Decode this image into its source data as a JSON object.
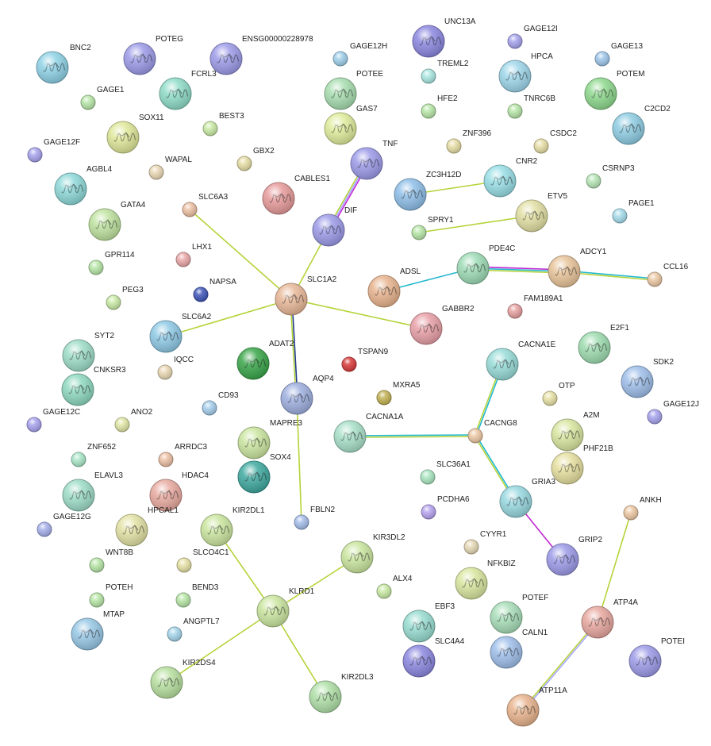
{
  "colors": {
    "neighborhood": "#9acd32",
    "coexpression": "#1e3a8a",
    "experiments": "#c026d3",
    "databases": "#22b8cf",
    "textmining": "#b5d33a",
    "homology": "#a5a5ff"
  },
  "nodes": [
    {
      "id": "BNC2",
      "label": "BNC2",
      "color": "#8fd2e6",
      "big": true,
      "icon": "protein-structure-icon"
    },
    {
      "id": "POTEG",
      "label": "POTEG",
      "color": "#9d9be8",
      "big": true,
      "icon": "protein-structure-icon"
    },
    {
      "id": "ENSG00000228978",
      "label": "ENSG00000228978",
      "color": "#9d9be8",
      "big": true,
      "icon": "protein-structure-icon"
    },
    {
      "id": "GAGE12H",
      "label": "GAGE12H",
      "color": "#9fd0ea",
      "big": false
    },
    {
      "id": "UNC13A",
      "label": "UNC13A",
      "color": "#8d88e0",
      "big": true,
      "icon": "protein-structure-icon"
    },
    {
      "id": "GAGE12I",
      "label": "GAGE12I",
      "color": "#a7a3ee",
      "big": false
    },
    {
      "id": "GAGE13",
      "label": "GAGE13",
      "color": "#9fc6ea",
      "big": false
    },
    {
      "id": "TREML2",
      "label": "TREML2",
      "color": "#a9e6e0",
      "big": false
    },
    {
      "id": "HPCA",
      "label": "HPCA",
      "color": "#9ed6ea",
      "big": true,
      "icon": "protein-structure-icon"
    },
    {
      "id": "POTEM",
      "label": "POTEM",
      "color": "#8fd98f",
      "big": true,
      "icon": "protein-structure-icon"
    },
    {
      "id": "GAGE1",
      "label": "GAGE1",
      "color": "#b7e6a7",
      "big": false
    },
    {
      "id": "FCRL3",
      "label": "FCRL3",
      "color": "#8fdcc8",
      "big": true,
      "icon": "protein-structure-icon"
    },
    {
      "id": "POTEE",
      "label": "POTEE",
      "color": "#a8deb0",
      "big": true,
      "icon": "protein-structure-icon"
    },
    {
      "id": "HFE2",
      "label": "HFE2",
      "color": "#b7e6a7",
      "big": false
    },
    {
      "id": "TNRC6B",
      "label": "TNRC6B",
      "color": "#b7e6a7",
      "big": false
    },
    {
      "id": "C2CD2",
      "label": "C2CD2",
      "color": "#8fcde3",
      "big": true,
      "icon": "protein-structure-icon"
    },
    {
      "id": "BEST3",
      "label": "BEST3",
      "color": "#c9eaa5",
      "big": false
    },
    {
      "id": "GAS7",
      "label": "GAS7",
      "color": "#e0ec9c",
      "big": true,
      "icon": "protein-structure-icon"
    },
    {
      "id": "SOX11",
      "label": "SOX11",
      "color": "#dfe89a",
      "big": true,
      "icon": "protein-structure-icon"
    },
    {
      "id": "GAGE12F",
      "label": "GAGE12F",
      "color": "#a7a3ee",
      "big": false
    },
    {
      "id": "TNF",
      "label": "TNF",
      "color": "#9d9be8",
      "big": true,
      "icon": "protein-structure-icon"
    },
    {
      "id": "ZNF396",
      "label": "ZNF396",
      "color": "#e6dda5",
      "big": false
    },
    {
      "id": "CSDC2",
      "label": "CSDC2",
      "color": "#e6dda5",
      "big": false
    },
    {
      "id": "GBX2",
      "label": "GBX2",
      "color": "#e6dda5",
      "big": false
    },
    {
      "id": "WAPAL",
      "label": "WAPAL",
      "color": "#ead8b5",
      "big": false
    },
    {
      "id": "AGBL4",
      "label": "AGBL4",
      "color": "#8fd9d9",
      "big": true,
      "icon": "protein-structure-icon"
    },
    {
      "id": "ZC3H12D",
      "label": "ZC3H12D",
      "color": "#8fbfe8",
      "big": true,
      "icon": "protein-structure-icon"
    },
    {
      "id": "CNR2",
      "label": "CNR2",
      "color": "#98dfe6",
      "big": true,
      "icon": "protein-structure-icon"
    },
    {
      "id": "CSRNP3",
      "label": "CSRNP3",
      "color": "#b7e6b7",
      "big": false
    },
    {
      "id": "CABLES1",
      "label": "CABLES1",
      "color": "#e79b9b",
      "big": true,
      "icon": "protein-structure-icon"
    },
    {
      "id": "SLC6A3",
      "label": "SLC6A3",
      "color": "#ecc0a4",
      "big": false
    },
    {
      "id": "GATA4",
      "label": "GATA4",
      "color": "#bfe3a0",
      "big": true,
      "icon": "protein-structure-icon"
    },
    {
      "id": "DIF",
      "label": "DIF",
      "color": "#9d9be8",
      "big": true,
      "icon": "protein-structure-icon"
    },
    {
      "id": "ETV5",
      "label": "ETV5",
      "color": "#e2e0a4",
      "big": true,
      "icon": "protein-structure-icon"
    },
    {
      "id": "PAGE1",
      "label": "PAGE1",
      "color": "#a5dcea",
      "big": false
    },
    {
      "id": "SPRY1",
      "label": "SPRY1",
      "color": "#b7e6a7",
      "big": false
    },
    {
      "id": "LHX1",
      "label": "LHX1",
      "color": "#eaa8a8",
      "big": false
    },
    {
      "id": "GPR114",
      "label": "GPR114",
      "color": "#b7e6a7",
      "big": false
    },
    {
      "id": "PDE4C",
      "label": "PDE4C",
      "color": "#9edcb6",
      "big": true,
      "icon": "protein-structure-icon"
    },
    {
      "id": "ADCY1",
      "label": "ADCY1",
      "color": "#e8c49a",
      "big": true,
      "icon": "protein-structure-icon"
    },
    {
      "id": "CCL16",
      "label": "CCL16",
      "color": "#ecc8a4",
      "big": false
    },
    {
      "id": "ADSL",
      "label": "ADSL",
      "color": "#e8b48e",
      "big": true,
      "icon": "protein-structure-icon"
    },
    {
      "id": "NAPSA",
      "label": "NAPSA",
      "color": "#3f55b8",
      "big": false
    },
    {
      "id": "SLC1A2",
      "label": "SLC1A2",
      "color": "#e8b898",
      "big": true,
      "icon": "protein-structure-icon"
    },
    {
      "id": "PEG3",
      "label": "PEG3",
      "color": "#c9eaa5",
      "big": false
    },
    {
      "id": "FAM189A1",
      "label": "FAM189A1",
      "color": "#e6a0a0",
      "big": false
    },
    {
      "id": "SLC6A2",
      "label": "SLC6A2",
      "color": "#8fcae6",
      "big": true,
      "icon": "protein-structure-icon"
    },
    {
      "id": "GABBR2",
      "label": "GABBR2",
      "color": "#e8a0a8",
      "big": true,
      "icon": "protein-structure-icon"
    },
    {
      "id": "E2F1",
      "label": "E2F1",
      "color": "#9edcb0",
      "big": true,
      "icon": "protein-structure-icon"
    },
    {
      "id": "SYT2",
      "label": "SYT2",
      "color": "#9edcc8",
      "big": true,
      "icon": "protein-structure-icon"
    },
    {
      "id": "ADAT2",
      "label": "ADAT2",
      "color": "#3aa64a",
      "big": true,
      "icon": "protein-structure-icon"
    },
    {
      "id": "TSPAN9",
      "label": "TSPAN9",
      "color": "#d83a3a",
      "big": false
    },
    {
      "id": "CACNA1E",
      "label": "CACNA1E",
      "color": "#98dcd8",
      "big": true,
      "icon": "protein-structure-icon"
    },
    {
      "id": "IQCC",
      "label": "IQCC",
      "color": "#ead8b5",
      "big": false
    },
    {
      "id": "SDK2",
      "label": "SDK2",
      "color": "#9fbfea",
      "big": true,
      "icon": "protein-structure-icon"
    },
    {
      "id": "CNKSR3",
      "label": "CNKSR3",
      "color": "#8fd9c0",
      "big": true,
      "icon": "protein-structure-icon"
    },
    {
      "id": "AQP4",
      "label": "AQP4",
      "color": "#9fb0e0",
      "big": true,
      "icon": "protein-structure-icon"
    },
    {
      "id": "MXRA5",
      "label": "MXRA5",
      "color": "#c2b254",
      "big": false
    },
    {
      "id": "OTP",
      "label": "OTP",
      "color": "#e6e0a5",
      "big": false
    },
    {
      "id": "CD93",
      "label": "CD93",
      "color": "#a5cdea",
      "big": false
    },
    {
      "id": "GAGE12J",
      "label": "GAGE12J",
      "color": "#a7a3ee",
      "big": false
    },
    {
      "id": "GAGE12C",
      "label": "GAGE12C",
      "color": "#a7a3ee",
      "big": false
    },
    {
      "id": "ANO2",
      "label": "ANO2",
      "color": "#e0e6a5",
      "big": false
    },
    {
      "id": "MAPRE3",
      "label": "MAPRE3",
      "color": "#cbe6a0",
      "big": true,
      "icon": "protein-structure-icon"
    },
    {
      "id": "CACNA1A",
      "label": "CACNA1A",
      "color": "#a8e0c8",
      "big": true,
      "icon": "protein-structure-icon"
    },
    {
      "id": "CACNG8",
      "label": "CACNG8",
      "color": "#ecc8a4",
      "big": false
    },
    {
      "id": "A2M",
      "label": "A2M",
      "color": "#d9e6a0",
      "big": true,
      "icon": "protein-structure-icon"
    },
    {
      "id": "ZNF652",
      "label": "ZNF652",
      "color": "#a9e6c8",
      "big": false
    },
    {
      "id": "ARRDC3",
      "label": "ARRDC3",
      "color": "#ecc0a4",
      "big": false
    },
    {
      "id": "SOX4",
      "label": "SOX4",
      "color": "#3fa9a0",
      "big": true,
      "icon": "protein-structure-icon"
    },
    {
      "id": "PHF21B",
      "label": "PHF21B",
      "color": "#e6e0a0",
      "big": true,
      "icon": "protein-structure-icon"
    },
    {
      "id": "ELAVL3",
      "label": "ELAVL3",
      "color": "#9edcc8",
      "big": true,
      "icon": "protein-structure-icon"
    },
    {
      "id": "HDAC4",
      "label": "HDAC4",
      "color": "#e8aaa0",
      "big": true,
      "icon": "protein-structure-icon"
    },
    {
      "id": "SLC36A1",
      "label": "SLC36A1",
      "color": "#a9e6c0",
      "big": false
    },
    {
      "id": "PCDHA6",
      "label": "PCDHA6",
      "color": "#b7a3ee",
      "big": false
    },
    {
      "id": "GRIA3",
      "label": "GRIA3",
      "color": "#98d8e0",
      "big": true,
      "icon": "protein-structure-icon"
    },
    {
      "id": "HPCAL1",
      "label": "HPCAL1",
      "color": "#e2e2a5",
      "big": true,
      "icon": "protein-structure-icon"
    },
    {
      "id": "KIR2DL1",
      "label": "KIR2DL1",
      "color": "#cbe6a0",
      "big": true,
      "icon": "protein-structure-icon"
    },
    {
      "id": "FBLN2",
      "label": "FBLN2",
      "color": "#a5bdea",
      "big": false
    },
    {
      "id": "ANKH",
      "label": "ANKH",
      "color": "#ecc8a4",
      "big": false
    },
    {
      "id": "GAGE12G",
      "label": "GAGE12G",
      "color": "#a5b0ea",
      "big": false
    },
    {
      "id": "KIR3DL2",
      "label": "KIR3DL2",
      "color": "#cbe6a0",
      "big": true,
      "icon": "protein-structure-icon"
    },
    {
      "id": "CYYR1",
      "label": "CYYR1",
      "color": "#e6d8b5",
      "big": false
    },
    {
      "id": "WNT8B",
      "label": "WNT8B",
      "color": "#b7e6a7",
      "big": false
    },
    {
      "id": "SLCO4C1",
      "label": "SLCO4C1",
      "color": "#e6e0a5",
      "big": false
    },
    {
      "id": "GRIP2",
      "label": "GRIP2",
      "color": "#9d9be8",
      "big": true,
      "icon": "protein-structure-icon"
    },
    {
      "id": "NFKBIZ",
      "label": "NFKBIZ",
      "color": "#d9e6a0",
      "big": true,
      "icon": "protein-structure-icon"
    },
    {
      "id": "ALX4",
      "label": "ALX4",
      "color": "#c9eaa5",
      "big": false
    },
    {
      "id": "POTEH",
      "label": "POTEH",
      "color": "#b7e6a7",
      "big": false
    },
    {
      "id": "BEND3",
      "label": "BEND3",
      "color": "#b7e6a7",
      "big": false
    },
    {
      "id": "KLRD1",
      "label": "KLRD1",
      "color": "#cbe6a0",
      "big": true,
      "icon": "protein-structure-icon"
    },
    {
      "id": "MTAP",
      "label": "MTAP",
      "color": "#98c8e6",
      "big": true,
      "icon": "protein-structure-icon"
    },
    {
      "id": "ANGPTL7",
      "label": "ANGPTL7",
      "color": "#a5d4ea",
      "big": false
    },
    {
      "id": "EBF3",
      "label": "EBF3",
      "color": "#98dcd0",
      "big": true,
      "icon": "protein-structure-icon"
    },
    {
      "id": "POTEF",
      "label": "POTEF",
      "color": "#a8deb8",
      "big": true,
      "icon": "protein-structure-icon"
    },
    {
      "id": "ATP4A",
      "label": "ATP4A",
      "color": "#e8a8a0",
      "big": true,
      "icon": "protein-structure-icon"
    },
    {
      "id": "CALN1",
      "label": "CALN1",
      "color": "#9fbfea",
      "big": true,
      "icon": "protein-structure-icon"
    },
    {
      "id": "SLC4A4",
      "label": "SLC4A4",
      "color": "#8d88e0",
      "big": true,
      "icon": "protein-structure-icon"
    },
    {
      "id": "POTEI",
      "label": "POTEI",
      "color": "#9d9be8",
      "big": true,
      "icon": "protein-structure-icon"
    },
    {
      "id": "KIR2DS4",
      "label": "KIR2DS4",
      "color": "#b8e0a0",
      "big": true,
      "icon": "protein-structure-icon"
    },
    {
      "id": "KIR2DL3",
      "label": "KIR2DL3",
      "color": "#b0e0a8",
      "big": true,
      "icon": "protein-structure-icon"
    },
    {
      "id": "ATP11A",
      "label": "ATP11A",
      "color": "#e8b48e",
      "big": true,
      "icon": "protein-structure-icon"
    }
  ],
  "edges": [
    {
      "source": "TNF",
      "target": "DIF",
      "types": [
        "experiments",
        "homology",
        "textmining"
      ]
    },
    {
      "source": "DIF",
      "target": "SLC1A2",
      "types": [
        "textmining"
      ]
    },
    {
      "source": "SLC6A3",
      "target": "SLC1A2",
      "types": [
        "textmining"
      ]
    },
    {
      "source": "SLC6A2",
      "target": "SLC1A2",
      "types": [
        "textmining"
      ]
    },
    {
      "source": "SLC1A2",
      "target": "GABBR2",
      "types": [
        "textmining"
      ]
    },
    {
      "source": "SLC1A2",
      "target": "AQP4",
      "types": [
        "coexpression",
        "textmining"
      ]
    },
    {
      "source": "AQP4",
      "target": "FBLN2",
      "types": [
        "textmining"
      ]
    },
    {
      "source": "ZC3H12D",
      "target": "CNR2",
      "types": [
        "textmining"
      ]
    },
    {
      "source": "SPRY1",
      "target": "ETV5",
      "types": [
        "textmining"
      ]
    },
    {
      "source": "ADSL",
      "target": "PDE4C",
      "types": [
        "databases"
      ]
    },
    {
      "source": "PDE4C",
      "target": "ADCY1",
      "types": [
        "experiments",
        "databases",
        "textmining"
      ]
    },
    {
      "source": "ADCY1",
      "target": "CCL16",
      "types": [
        "databases",
        "textmining"
      ]
    },
    {
      "source": "CACNA1E",
      "target": "CACNG8",
      "types": [
        "databases",
        "textmining"
      ]
    },
    {
      "source": "CACNA1A",
      "target": "CACNG8",
      "types": [
        "databases",
        "textmining"
      ]
    },
    {
      "source": "CACNG8",
      "target": "GRIA3",
      "types": [
        "databases",
        "textmining"
      ]
    },
    {
      "source": "GRIA3",
      "target": "GRIP2",
      "types": [
        "experiments"
      ]
    },
    {
      "source": "ANKH",
      "target": "ATP4A",
      "types": [
        "textmining"
      ]
    },
    {
      "source": "ATP4A",
      "target": "ATP11A",
      "types": [
        "homology",
        "textmining"
      ]
    },
    {
      "source": "KIR2DL1",
      "target": "KLRD1",
      "types": [
        "textmining"
      ]
    },
    {
      "source": "KIR3DL2",
      "target": "KLRD1",
      "types": [
        "textmining"
      ]
    },
    {
      "source": "KLRD1",
      "target": "KIR2DS4",
      "types": [
        "textmining"
      ]
    },
    {
      "source": "KLRD1",
      "target": "KIR2DL3",
      "types": [
        "textmining"
      ]
    }
  ]
}
